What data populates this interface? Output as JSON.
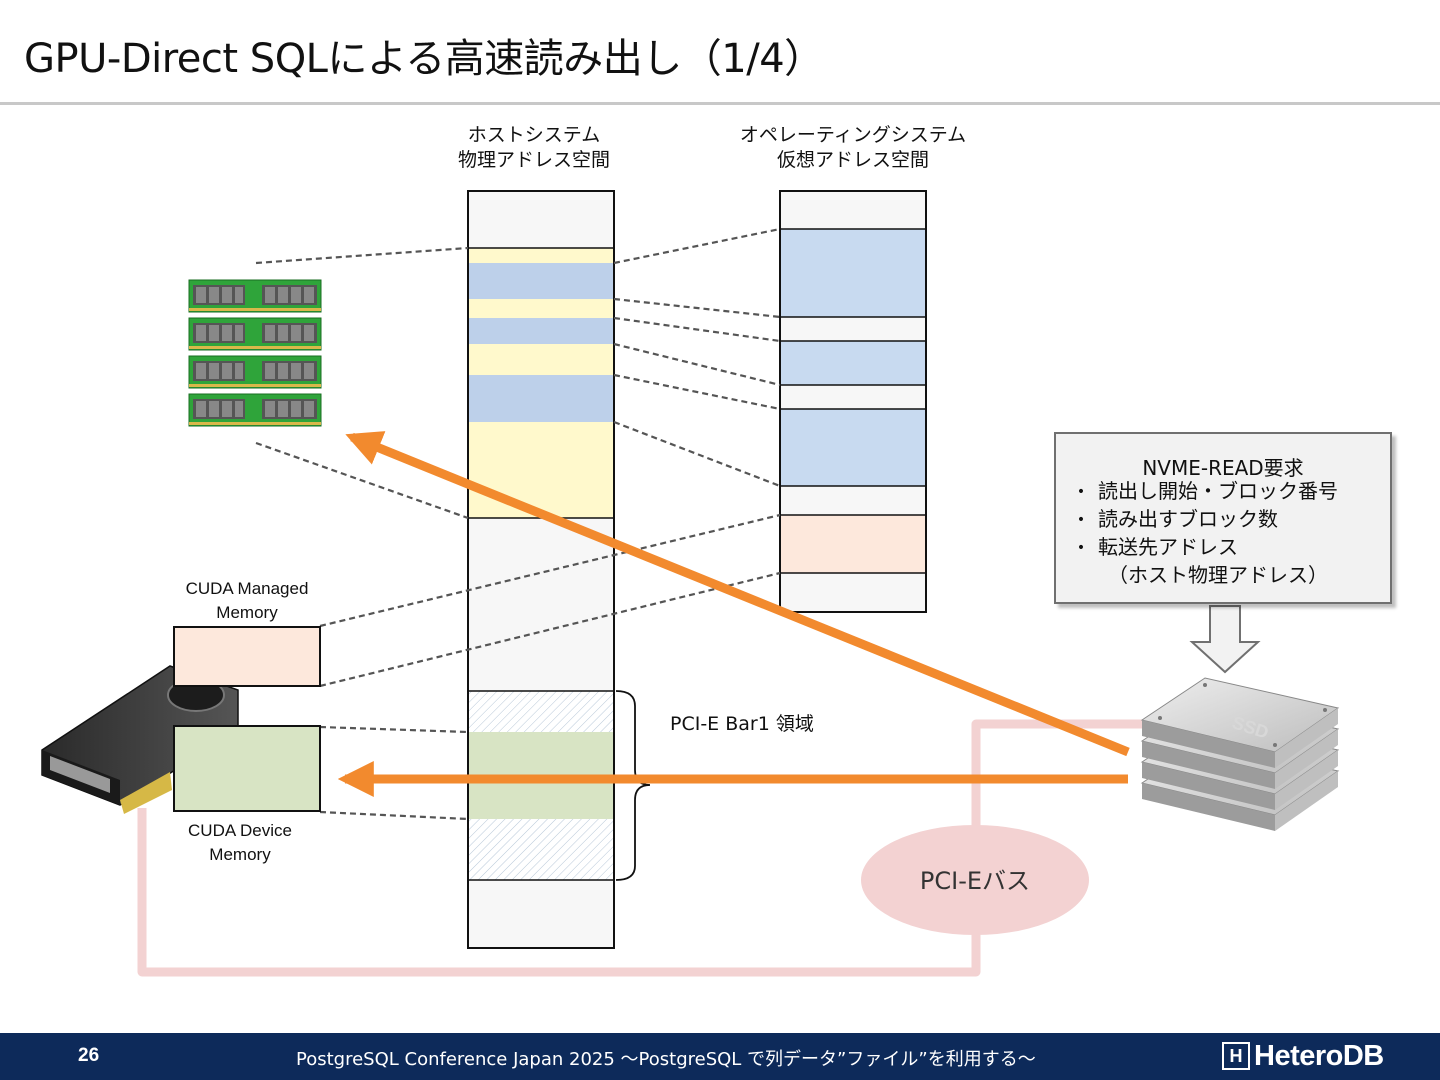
{
  "slide": {
    "title": "GPU-Direct SQLによる高速読み出し（1/4）",
    "page_number": "26",
    "footer_text": "PostgreSQL Conference Japan 2025 〜PostgreSQL で列データ”ファイル”を利用する〜",
    "brand_name": "HeteroDB",
    "brand_icon_glyph": "H"
  },
  "columns": {
    "host_physical": {
      "line1": "ホストシステム",
      "line2": "物理アドレス空間"
    },
    "os_virtual": {
      "line1": "オペレーティングシステム",
      "line2": "仮想アドレス空間"
    }
  },
  "memory": {
    "managed": {
      "line1": "CUDA Managed",
      "line2": "Memory"
    },
    "device": {
      "line1": "CUDA Device",
      "line2": "Memory"
    }
  },
  "bar1_label": "PCI-E Bar1 領域",
  "bus_label": "PCI-Eバス",
  "ssd_label": "SSD",
  "callout": {
    "title": "NVME-READ要求",
    "items": [
      "読出し開始・ブロック番号",
      "読み出すブロック数",
      "転送先アドレス"
    ],
    "subitem": "（ホスト物理アドレス）",
    "bullet": "•"
  },
  "icons": [
    "ram-module-icon",
    "gpu-card-icon",
    "ssd-stack-icon",
    "brand-logo-icon"
  ],
  "colors": {
    "host_ram_region": "#fff9cc",
    "mapped_page": "#bdd0ea",
    "os_page": "#c8daf0",
    "managed_memory": "#fde8dc",
    "device_memory": "#d8e4c4",
    "arrow": "#f28a2e",
    "pcie_bus": "#f3d2d2",
    "footer_bg": "#0d2a5a"
  }
}
